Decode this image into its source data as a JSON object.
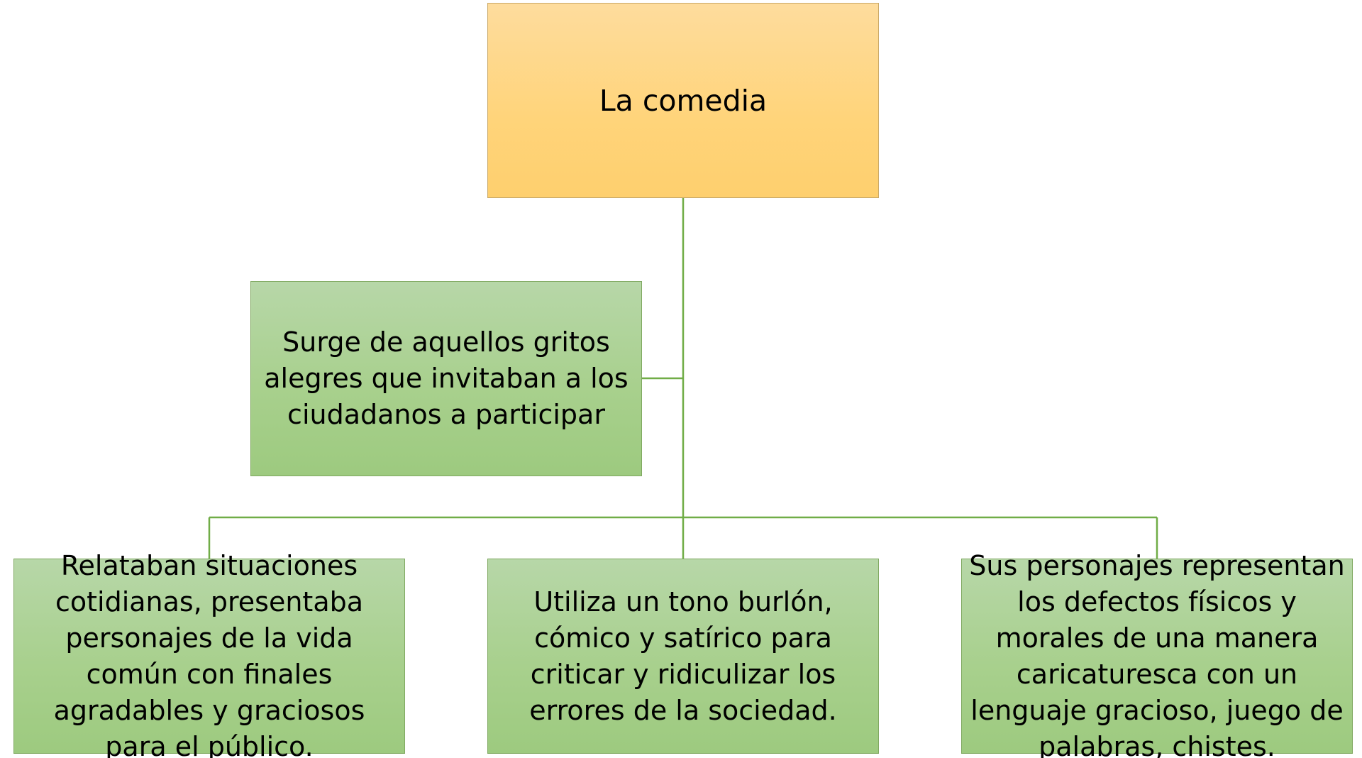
{
  "diagram": {
    "root": {
      "label": "La comedia"
    },
    "origin": {
      "label": "Surge de aquellos gritos alegres que invitaban a los ciudadanos a participar"
    },
    "children": [
      {
        "label": "Relataban situaciones cotidianas, presentaba personajes de la vida común con finales agradables y graciosos para el público."
      },
      {
        "label": "Utiliza un tono burlón, cómico y satírico para criticar y ridiculizar los errores de la sociedad."
      },
      {
        "label": "Sus personajes representan los defectos físicos y morales de una manera caricaturesca con un lenguaje gracioso, juego de palabras, chistes."
      }
    ]
  },
  "colors": {
    "root_fill": "#ffd47a",
    "node_fill": "#a8d08d",
    "connector": "#70ad47"
  }
}
